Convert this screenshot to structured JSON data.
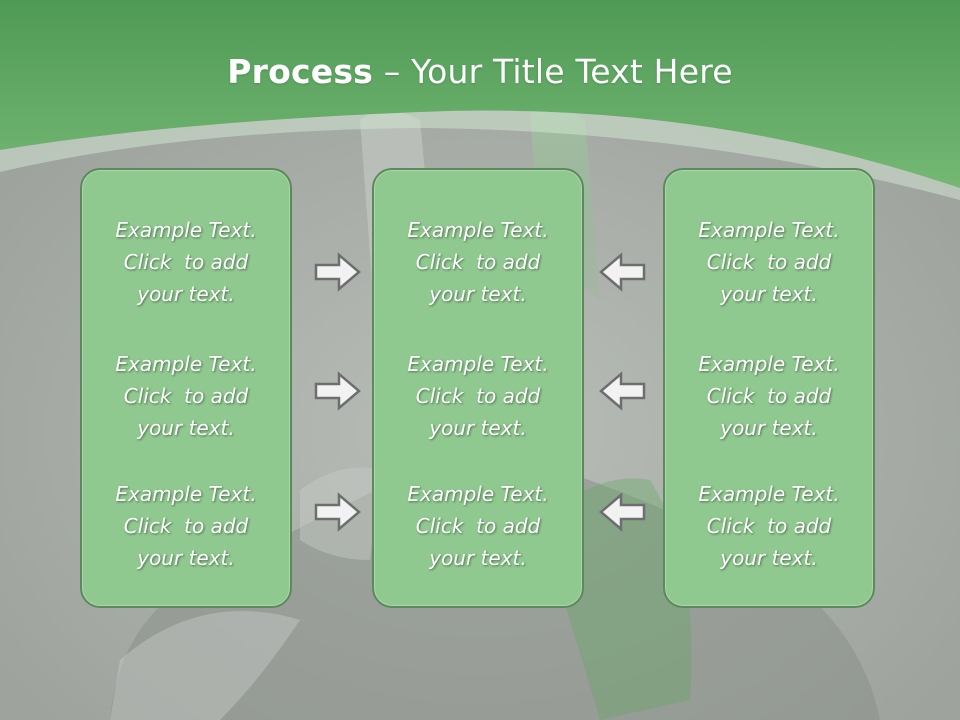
{
  "title": {
    "bold": "Process",
    "rest": " – Your Title Text Here"
  },
  "columns": [
    {
      "items": [
        [
          "Example Text.",
          "Click  to add",
          "your text."
        ],
        [
          "Example Text.",
          "Click  to add",
          "your text."
        ],
        [
          "Example Text.",
          "Click  to add",
          "your text."
        ]
      ]
    },
    {
      "items": [
        [
          "Example Text.",
          "Click  to add",
          "your text."
        ],
        [
          "Example Text.",
          "Click  to add",
          "your text."
        ],
        [
          "Example Text.",
          "Click  to add",
          "your text."
        ]
      ]
    },
    {
      "items": [
        [
          "Example Text.",
          "Click  to add",
          "your text."
        ],
        [
          "Example Text.",
          "Click  to add",
          "your text."
        ],
        [
          "Example Text.",
          "Click  to add",
          "your text."
        ]
      ]
    }
  ],
  "arrows": {
    "left_group": "right-arrow-icon",
    "right_group": "left-arrow-icon"
  },
  "colors": {
    "header_green": "#66b066",
    "box_fill": "#8fc98f",
    "box_border": "#5d8a5d",
    "arrow_fill": "#f2f2f2",
    "arrow_stroke": "#6e6e6e"
  }
}
